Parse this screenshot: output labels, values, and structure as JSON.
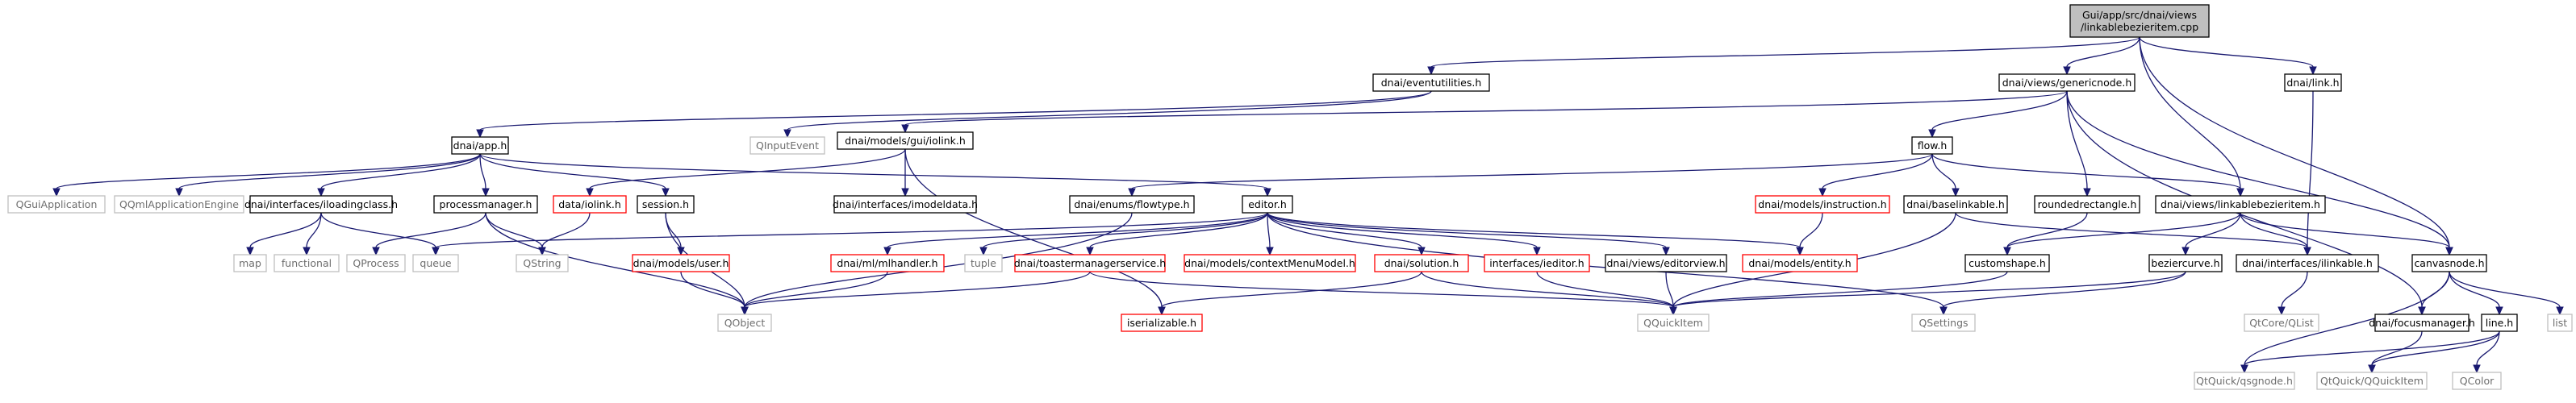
{
  "diagram": {
    "nodes": [
      {
        "id": "root",
        "lines": [
          "Gui/app/src/dnai/views",
          "/linkablebezieritem.cpp"
        ],
        "style": "root"
      },
      {
        "id": "eventutilities",
        "lines": [
          "dnai/eventutilities.h"
        ],
        "style": "normal"
      },
      {
        "id": "genericnode",
        "lines": [
          "dnai/views/genericnode.h"
        ],
        "style": "normal"
      },
      {
        "id": "link",
        "lines": [
          "dnai/link.h"
        ],
        "style": "normal"
      },
      {
        "id": "app",
        "lines": [
          "dnai/app.h"
        ],
        "style": "normal"
      },
      {
        "id": "qinputevent",
        "lines": [
          "QInputEvent"
        ],
        "style": "leaf"
      },
      {
        "id": "iolink_gui",
        "lines": [
          "dnai/models/gui/iolink.h"
        ],
        "style": "normal"
      },
      {
        "id": "flow",
        "lines": [
          "flow.h"
        ],
        "style": "normal"
      },
      {
        "id": "qguiapp",
        "lines": [
          "QGuiApplication"
        ],
        "style": "leaf"
      },
      {
        "id": "qqmlapp",
        "lines": [
          "QQmlApplicationEngine"
        ],
        "style": "leaf"
      },
      {
        "id": "iloadingclass",
        "lines": [
          "dnai/interfaces/iloadingclass.h"
        ],
        "style": "normal"
      },
      {
        "id": "processmanager",
        "lines": [
          "processmanager.h"
        ],
        "style": "normal"
      },
      {
        "id": "data_iolink",
        "lines": [
          "data/iolink.h"
        ],
        "style": "red"
      },
      {
        "id": "session",
        "lines": [
          "session.h"
        ],
        "style": "normal"
      },
      {
        "id": "imodeldata",
        "lines": [
          "dnai/interfaces/imodeldata.h"
        ],
        "style": "normal"
      },
      {
        "id": "flowtype",
        "lines": [
          "dnai/enums/flowtype.h"
        ],
        "style": "normal"
      },
      {
        "id": "editor",
        "lines": [
          "editor.h"
        ],
        "style": "normal"
      },
      {
        "id": "instruction",
        "lines": [
          "dnai/models/instruction.h"
        ],
        "style": "red"
      },
      {
        "id": "baselinkable",
        "lines": [
          "dnai/baselinkable.h"
        ],
        "style": "normal"
      },
      {
        "id": "roundedrectangle",
        "lines": [
          "roundedrectangle.h"
        ],
        "style": "normal"
      },
      {
        "id": "linkablebezieritem",
        "lines": [
          "dnai/views/linkablebezieritem.h"
        ],
        "style": "normal"
      },
      {
        "id": "map",
        "lines": [
          "map"
        ],
        "style": "leaf"
      },
      {
        "id": "functional",
        "lines": [
          "functional"
        ],
        "style": "leaf"
      },
      {
        "id": "qprocess",
        "lines": [
          "QProcess"
        ],
        "style": "leaf"
      },
      {
        "id": "queue",
        "lines": [
          "queue"
        ],
        "style": "leaf"
      },
      {
        "id": "qstring",
        "lines": [
          "QString"
        ],
        "style": "leaf"
      },
      {
        "id": "user",
        "lines": [
          "dnai/models/user.h"
        ],
        "style": "red"
      },
      {
        "id": "tuple",
        "lines": [
          "tuple"
        ],
        "style": "leaf"
      },
      {
        "id": "mlhandler",
        "lines": [
          "dnai/ml/mlhandler.h"
        ],
        "style": "red"
      },
      {
        "id": "toaster",
        "lines": [
          "dnai/toastermanagerservice.h"
        ],
        "style": "red"
      },
      {
        "id": "contextmenu",
        "lines": [
          "dnai/models/contextMenuModel.h"
        ],
        "style": "red"
      },
      {
        "id": "solution",
        "lines": [
          "dnai/solution.h"
        ],
        "style": "red"
      },
      {
        "id": "ieditor",
        "lines": [
          "interfaces/ieditor.h"
        ],
        "style": "red"
      },
      {
        "id": "editorview",
        "lines": [
          "dnai/views/editorview.h"
        ],
        "style": "normal"
      },
      {
        "id": "entity",
        "lines": [
          "dnai/models/entity.h"
        ],
        "style": "red"
      },
      {
        "id": "customshape",
        "lines": [
          "customshape.h"
        ],
        "style": "normal"
      },
      {
        "id": "beziercurve",
        "lines": [
          "beziercurve.h"
        ],
        "style": "normal"
      },
      {
        "id": "ilinkable",
        "lines": [
          "dnai/interfaces/ilinkable.h"
        ],
        "style": "normal"
      },
      {
        "id": "canvasnode",
        "lines": [
          "canvasnode.h"
        ],
        "style": "normal"
      },
      {
        "id": "qobject",
        "lines": [
          "QObject"
        ],
        "style": "leaf"
      },
      {
        "id": "iserializable",
        "lines": [
          "iserializable.h"
        ],
        "style": "red"
      },
      {
        "id": "qquickitem",
        "lines": [
          "QQuickItem"
        ],
        "style": "leaf"
      },
      {
        "id": "qsettings",
        "lines": [
          "QSettings"
        ],
        "style": "leaf"
      },
      {
        "id": "qcore_qlist",
        "lines": [
          "QtCore/QList"
        ],
        "style": "leaf"
      },
      {
        "id": "focusmanager",
        "lines": [
          "dnai/focusmanager.h"
        ],
        "style": "normal"
      },
      {
        "id": "line",
        "lines": [
          "line.h"
        ],
        "style": "normal"
      },
      {
        "id": "list",
        "lines": [
          "list"
        ],
        "style": "leaf"
      },
      {
        "id": "qsgnode",
        "lines": [
          "QtQuick/qsgnode.h"
        ],
        "style": "leaf"
      },
      {
        "id": "qquick_qquickitem",
        "lines": [
          "QtQuick/QQuickItem"
        ],
        "style": "leaf"
      },
      {
        "id": "qcolor",
        "lines": [
          "QColor"
        ],
        "style": "leaf"
      }
    ],
    "edges": [
      [
        "root",
        "eventutilities"
      ],
      [
        "root",
        "genericnode"
      ],
      [
        "root",
        "link"
      ],
      [
        "root",
        "linkablebezieritem"
      ],
      [
        "root",
        "canvasnode"
      ],
      [
        "eventutilities",
        "app"
      ],
      [
        "eventutilities",
        "qinputevent"
      ],
      [
        "genericnode",
        "iolink_gui"
      ],
      [
        "genericnode",
        "flow"
      ],
      [
        "genericnode",
        "roundedrectangle"
      ],
      [
        "genericnode",
        "canvasnode"
      ],
      [
        "genericnode",
        "focusmanager"
      ],
      [
        "link",
        "ilinkable"
      ],
      [
        "app",
        "qguiapp"
      ],
      [
        "app",
        "qqmlapp"
      ],
      [
        "app",
        "iloadingclass"
      ],
      [
        "app",
        "processmanager"
      ],
      [
        "app",
        "session"
      ],
      [
        "app",
        "editor"
      ],
      [
        "iolink_gui",
        "data_iolink"
      ],
      [
        "iolink_gui",
        "imodeldata"
      ],
      [
        "iolink_gui",
        "iserializable"
      ],
      [
        "flow",
        "flowtype"
      ],
      [
        "flow",
        "instruction"
      ],
      [
        "flow",
        "baselinkable"
      ],
      [
        "flow",
        "linkablebezieritem"
      ],
      [
        "iloadingclass",
        "map"
      ],
      [
        "iloadingclass",
        "functional"
      ],
      [
        "iloadingclass",
        "queue"
      ],
      [
        "processmanager",
        "qprocess"
      ],
      [
        "processmanager",
        "qstring"
      ],
      [
        "processmanager",
        "qobject"
      ],
      [
        "data_iolink",
        "qstring"
      ],
      [
        "session",
        "user"
      ],
      [
        "session",
        "qobject"
      ],
      [
        "flowtype",
        "qobject"
      ],
      [
        "editor",
        "queue"
      ],
      [
        "editor",
        "tuple"
      ],
      [
        "editor",
        "mlhandler"
      ],
      [
        "editor",
        "toaster"
      ],
      [
        "editor",
        "contextmenu"
      ],
      [
        "editor",
        "solution"
      ],
      [
        "editor",
        "ieditor"
      ],
      [
        "editor",
        "editorview"
      ],
      [
        "editor",
        "entity"
      ],
      [
        "editor",
        "qsettings"
      ],
      [
        "instruction",
        "entity"
      ],
      [
        "baselinkable",
        "ilinkable"
      ],
      [
        "baselinkable",
        "qquickitem"
      ],
      [
        "roundedrectangle",
        "customshape"
      ],
      [
        "linkablebezieritem",
        "ilinkable"
      ],
      [
        "linkablebezieritem",
        "beziercurve"
      ],
      [
        "linkablebezieritem",
        "canvasnode"
      ],
      [
        "linkablebezieritem",
        "customshape"
      ],
      [
        "user",
        "qobject"
      ],
      [
        "mlhandler",
        "qobject"
      ],
      [
        "toaster",
        "qobject"
      ],
      [
        "toaster",
        "qquickitem"
      ],
      [
        "solution",
        "iserializable"
      ],
      [
        "solution",
        "qquickitem"
      ],
      [
        "ieditor",
        "qquickitem"
      ],
      [
        "editorview",
        "qquickitem"
      ],
      [
        "customshape",
        "qquickitem"
      ],
      [
        "beziercurve",
        "qquickitem"
      ],
      [
        "beziercurve",
        "qsettings"
      ],
      [
        "ilinkable",
        "qcore_qlist"
      ],
      [
        "canvasnode",
        "focusmanager"
      ],
      [
        "canvasnode",
        "line"
      ],
      [
        "canvasnode",
        "list"
      ],
      [
        "canvasnode",
        "qsgnode"
      ],
      [
        "focusmanager",
        "qquick_qquickitem"
      ],
      [
        "line",
        "qsgnode"
      ],
      [
        "line",
        "qquick_qquickitem"
      ],
      [
        "line",
        "qcolor"
      ]
    ]
  },
  "colors": {
    "edge": "#191970",
    "box_border": "#000000",
    "box_fill": "#ffffff",
    "root_fill": "#bfbfbf",
    "red_border": "#ff0000",
    "leaf_border": "#bfbfbf",
    "leaf_text": "#6e6e6e"
  }
}
